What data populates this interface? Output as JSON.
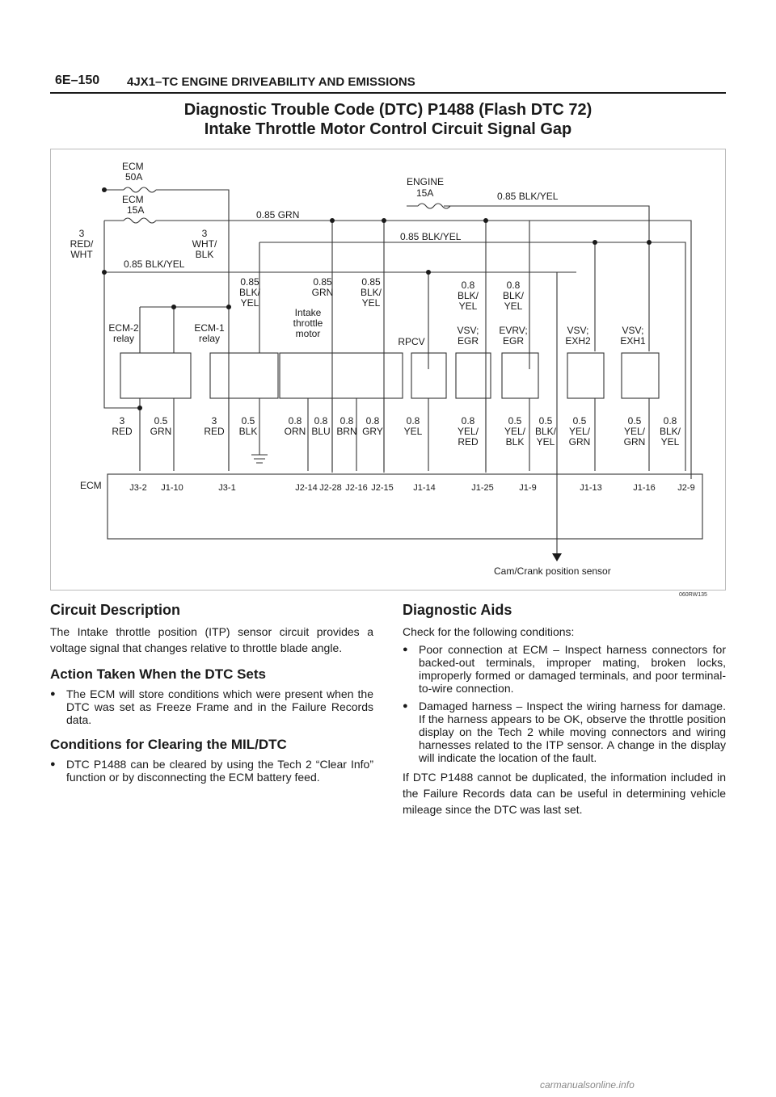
{
  "header": {
    "page_number": "6E–150",
    "section_title": "4JX1–TC ENGINE DRIVEABILITY AND EMISSIONS"
  },
  "title": {
    "line1": "Diagnostic Trouble Code (DTC) P1488 (Flash DTC 72)",
    "line2": "Intake Throttle Motor Control Circuit Signal Gap"
  },
  "diagram": {
    "figure_id": "060RW135",
    "fuses": {
      "ecm50": [
        "ECM",
        "50A"
      ],
      "ecm15": [
        "ECM",
        "15A"
      ],
      "engine15": [
        "ENGINE",
        "15A"
      ]
    },
    "wire_labels": {
      "grn_main": "0.85 GRN",
      "blkyel_main": "0.85 BLK/YEL",
      "blkyel_top": "0.85 BLK/YEL",
      "blkyel_left": "0.85 BLK/YEL"
    },
    "upper_wires": [
      [
        "3",
        "RED/",
        "WHT"
      ],
      [
        "3",
        "WHT/",
        "BLK"
      ],
      [
        "0.85",
        "BLK/",
        "YEL"
      ],
      [
        "0.85",
        "GRN"
      ],
      [
        "0.85",
        "BLK/",
        "YEL"
      ],
      [
        "0.8",
        "BLK/",
        "YEL"
      ],
      [
        "0.8",
        "BLK/",
        "YEL"
      ]
    ],
    "components": [
      [
        "ECM-2",
        "relay"
      ],
      [
        "ECM-1",
        "relay"
      ],
      [
        "Intake",
        "throttle",
        "motor"
      ],
      [
        "RPCV"
      ],
      [
        "VSV;",
        "EGR"
      ],
      [
        "EVRV;",
        "EGR"
      ],
      [
        "VSV;",
        "EXH2"
      ],
      [
        "VSV;",
        "EXH1"
      ]
    ],
    "lower_wires": [
      [
        "3",
        "RED"
      ],
      [
        "0.5",
        "GRN"
      ],
      [
        "3",
        "RED"
      ],
      [
        "0.5",
        "BLK"
      ],
      [
        "0.8",
        "ORN"
      ],
      [
        "0.8",
        "BLU"
      ],
      [
        "0.8",
        "BRN"
      ],
      [
        "0.8",
        "GRY"
      ],
      [
        "0.8",
        "YEL"
      ],
      [
        "0.8",
        "YEL/",
        "RED"
      ],
      [
        "0.5",
        "YEL/",
        "BLK"
      ],
      [
        "0.5",
        "BLK/",
        "YEL"
      ],
      [
        "0.5",
        "YEL/",
        "GRN"
      ],
      [
        "0.5",
        "YEL/",
        "GRN"
      ],
      [
        "0.8",
        "BLK/",
        "YEL"
      ]
    ],
    "ecm_label": "ECM",
    "pins": [
      "J3-2",
      "J1-10",
      "J3-1",
      "J2-14",
      "J2-28",
      "J2-16",
      "J2-15",
      "J1-14",
      "J1-25",
      "J1-9",
      "J1-13",
      "J1-16",
      "J2-9"
    ],
    "sensor_label": "Cam/Crank position sensor"
  },
  "circuit_description": {
    "heading": "Circuit Description",
    "text": "The Intake throttle position (ITP) sensor circuit provides a voltage signal that changes relative to throttle blade angle."
  },
  "action_taken": {
    "heading": "Action Taken When the DTC Sets",
    "items": [
      "The ECM will store conditions which were present when the DTC was set as Freeze Frame and in the Failure Records data."
    ]
  },
  "conditions_clearing": {
    "heading": "Conditions for Clearing the MIL/DTC",
    "items": [
      "DTC P1488 can be cleared by using the Tech 2 “Clear Info” function or by disconnecting the ECM battery feed."
    ]
  },
  "diagnostic_aids": {
    "heading": "Diagnostic Aids",
    "intro": "Check for the following conditions:",
    "items": [
      "Poor connection at ECM – Inspect harness connectors for backed-out terminals, improper mating, broken locks, improperly formed or damaged terminals, and poor terminal-to-wire connection.",
      "Damaged harness – Inspect the wiring harness for damage.  If the harness appears to be OK, observe the throttle position display on the Tech 2 while moving connectors and wiring harnesses related to the ITP sensor.   A change in the display will indicate the location of the fault."
    ],
    "closing": "If DTC P1488 cannot be duplicated, the information included in the Failure Records data can be useful in determining vehicle mileage since the DTC was last set."
  },
  "watermark": "carmanualsonline.info"
}
